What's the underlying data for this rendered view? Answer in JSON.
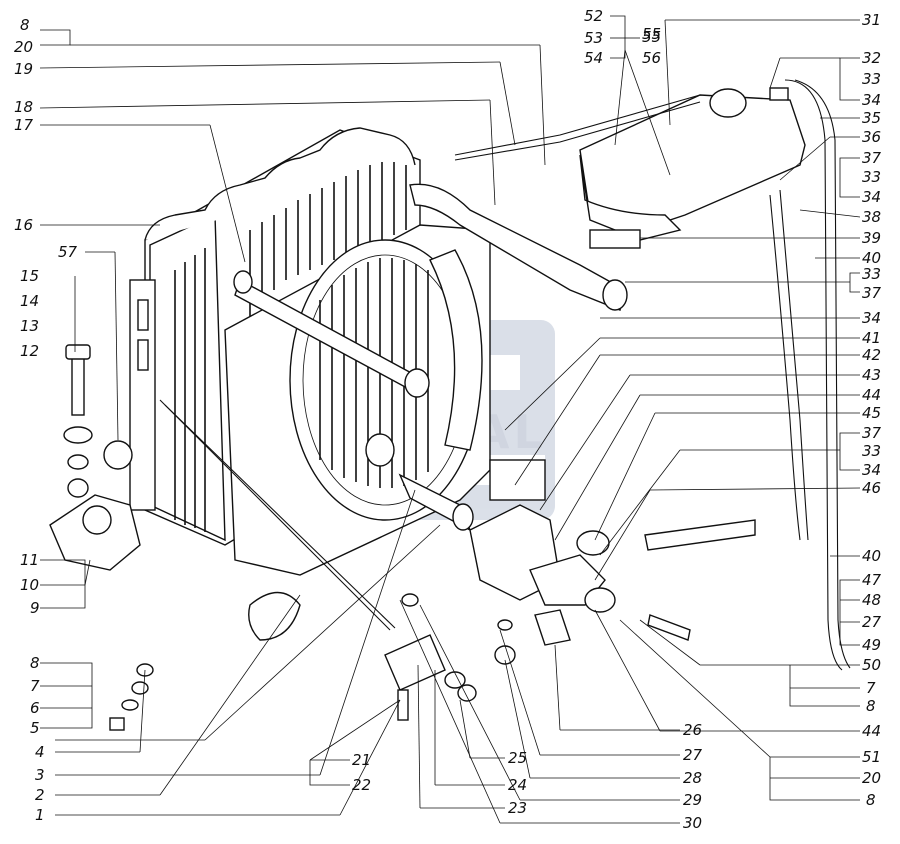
{
  "diagram": {
    "callouts_left": [
      "8",
      "20",
      "19",
      "18",
      "17",
      "16",
      "57",
      "15",
      "14",
      "13",
      "12",
      "11",
      "10",
      "9",
      "8",
      "7",
      "6",
      "5",
      "4",
      "3",
      "2",
      "1"
    ],
    "callouts_right": [
      "31",
      "32",
      "33",
      "34",
      "35",
      "36",
      "37",
      "33",
      "34",
      "38",
      "39",
      "40",
      "33",
      "37",
      "34",
      "41",
      "42",
      "43",
      "44",
      "45",
      "37",
      "33",
      "34",
      "46",
      "40",
      "47",
      "48",
      "27",
      "49",
      "50",
      "7",
      "8",
      "44",
      "51",
      "20",
      "8"
    ],
    "callouts_top": [
      "52",
      "55",
      "53",
      "55",
      "54",
      "56"
    ],
    "callouts_bottom": [
      "21",
      "22",
      "24",
      "23",
      "25",
      "26",
      "27",
      "28",
      "29",
      "30"
    ],
    "watermark_text": "ANTAL"
  }
}
